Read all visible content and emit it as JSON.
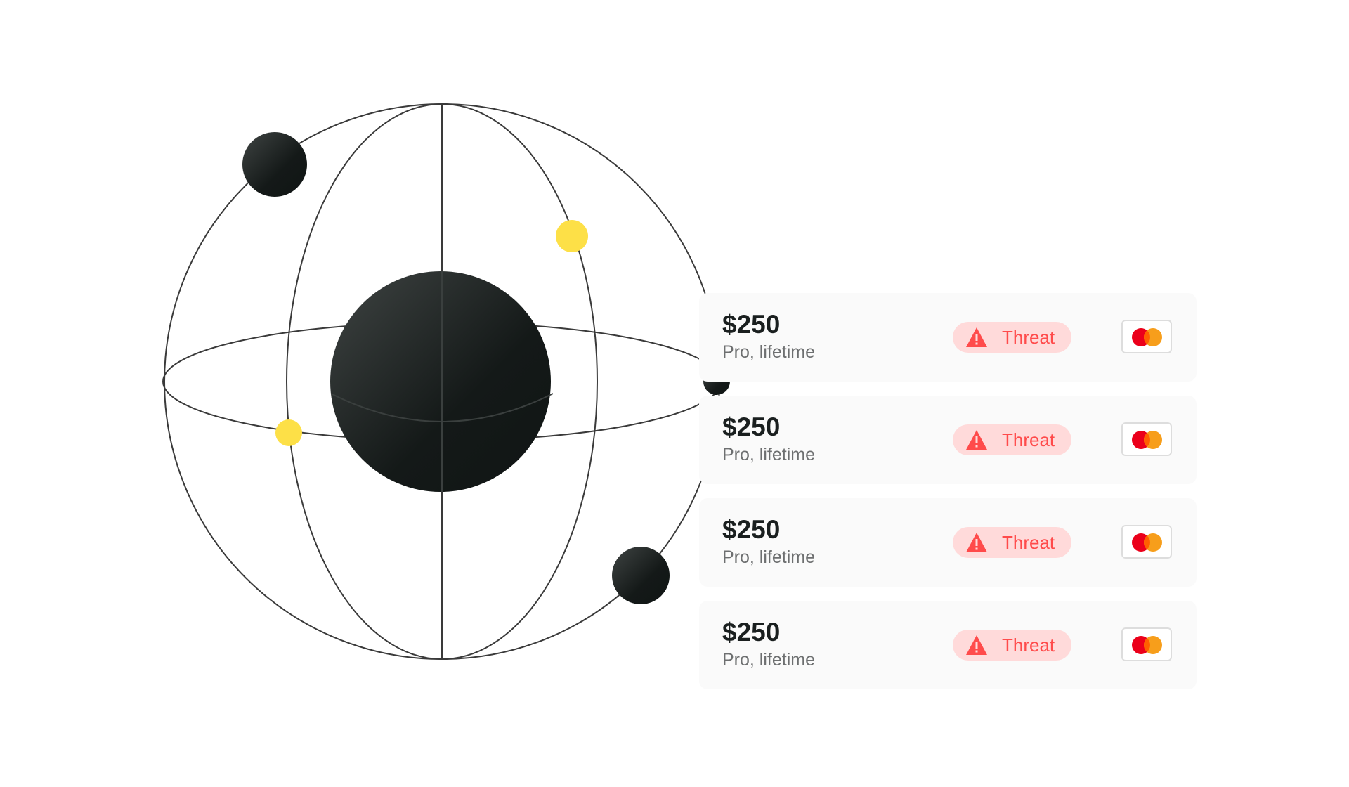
{
  "colors": {
    "accent": "#ff4b4b",
    "pill_bg": "#ffdada",
    "card_bg": "#fafafa",
    "planet": "#131918",
    "moon": "#fde047",
    "mc_red": "#eb001b",
    "mc_orange": "#f79e1b"
  },
  "transactions": [
    {
      "amount": "$250",
      "plan": "Pro, lifetime",
      "status": "Threat",
      "status_icon": "warning-triangle-icon",
      "payment_icon": "mastercard-icon"
    },
    {
      "amount": "$250",
      "plan": "Pro, lifetime",
      "status": "Threat",
      "status_icon": "warning-triangle-icon",
      "payment_icon": "mastercard-icon"
    },
    {
      "amount": "$250",
      "plan": "Pro, lifetime",
      "status": "Threat",
      "status_icon": "warning-triangle-icon",
      "payment_icon": "mastercard-icon"
    },
    {
      "amount": "$250",
      "plan": "Pro, lifetime",
      "status": "Threat",
      "status_icon": "warning-triangle-icon",
      "payment_icon": "mastercard-icon"
    }
  ]
}
